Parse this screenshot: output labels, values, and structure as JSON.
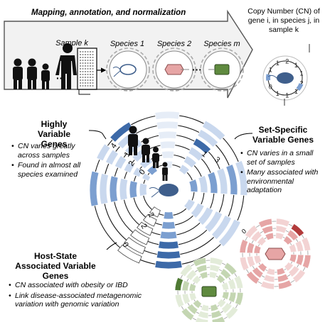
{
  "banner": {
    "title": "Mapping, annotation, and normalization",
    "sample_label": "Sample k",
    "species": [
      "Species 1",
      "Species 2",
      "Species m"
    ]
  },
  "copy_number_note": {
    "text": "Copy Number (CN) of gene i, in species j, in sample k",
    "ring_values": [
      "1",
      "1",
      "2",
      "1",
      "1",
      "2",
      "1",
      "1",
      "1",
      "0"
    ]
  },
  "highly_variable": {
    "title": "Highly Variable Genes",
    "bullets": [
      "CN varies greatly across samples",
      "Found in almost all species examined"
    ],
    "cn_labels": [
      "4",
      "1",
      "2",
      "0"
    ]
  },
  "set_specific": {
    "title": "Set-Specific Variable Genes",
    "bullets": [
      "CN varies in a small set of samples",
      "Many associated with environmental adaptation"
    ],
    "cn_labels": [
      "1",
      "3"
    ]
  },
  "host_state": {
    "title": "Host-State Associated Variable Genes",
    "bullets": [
      "CN associated with obesity or IBD",
      "Link  disease-associated metagenomic variation with genomic variation"
    ],
    "cn_labels": [
      "2",
      "2",
      "0"
    ]
  },
  "colors": {
    "blue_dark": "#3d6aa8",
    "blue_mid": "#7c9fd0",
    "blue_light": "#c9d8ee",
    "pink": "#e6a5a5",
    "pink_light": "#f3d3d3",
    "red_dark": "#b23b3b",
    "green_dark": "#4f7a33",
    "green_light": "#c4d6b2",
    "arrow_fill": "#f2f2f2",
    "bacteria_blue": "#3f5f8c"
  }
}
